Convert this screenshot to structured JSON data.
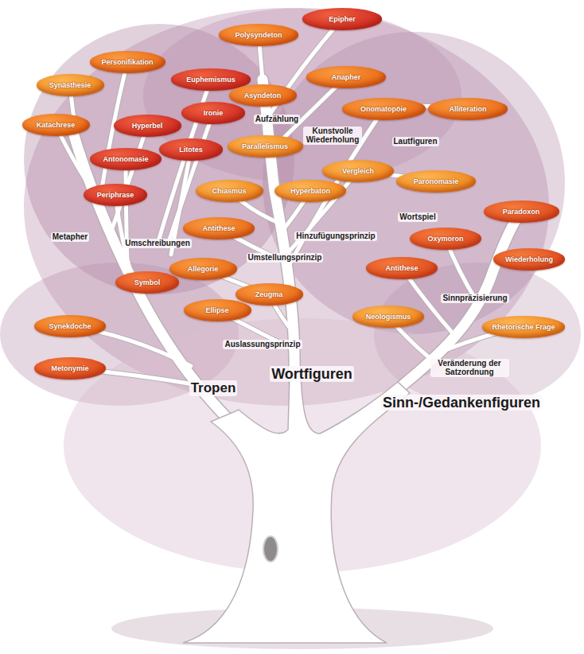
{
  "diagram": {
    "nodes": [
      {
        "text": [
          "Epipher"
        ]
      },
      {
        "text": [
          "Polysyndeton"
        ]
      },
      {
        "text": [
          "Personifikation"
        ]
      },
      {
        "text": [
          "Anapher"
        ]
      },
      {
        "text": [
          "Euphemismus"
        ]
      },
      {
        "text": [
          "Synästhesie"
        ]
      },
      {
        "text": [
          "Asyndeton"
        ]
      },
      {
        "text": [
          "Onomatopöie"
        ]
      },
      {
        "text": [
          "Alliteration"
        ]
      },
      {
        "text": [
          "Ironie"
        ]
      },
      {
        "text": [
          "Katachrese"
        ]
      },
      {
        "text": [
          "Hyperbel"
        ]
      },
      {
        "text": [
          "Parallelismus"
        ]
      },
      {
        "text": [
          "Litotes"
        ]
      },
      {
        "text": [
          "Antonomasie"
        ]
      },
      {
        "text": [
          "Vergleich"
        ]
      },
      {
        "text": [
          "Paronomasie"
        ]
      },
      {
        "text": [
          "Chiasmus"
        ]
      },
      {
        "text": [
          "Hyperbaton"
        ]
      },
      {
        "text": [
          "Periphrase"
        ]
      },
      {
        "text": [
          "Paradoxon"
        ]
      },
      {
        "text": [
          "Antithese"
        ]
      },
      {
        "text": [
          "Oxymoron"
        ]
      },
      {
        "text": [
          "Wiederholung"
        ]
      },
      {
        "text": [
          "Antithese"
        ]
      },
      {
        "text": [
          "Allegorie"
        ]
      },
      {
        "text": [
          "Symbol"
        ]
      },
      {
        "text": [
          "Zeugma"
        ]
      },
      {
        "text": [
          "Ellipse"
        ]
      },
      {
        "text": [
          "Neologismus"
        ]
      },
      {
        "text": [
          "Synekdoche"
        ]
      },
      {
        "text": [
          "Rhetorische Frage"
        ]
      },
      {
        "text": [
          "Metonymie"
        ]
      }
    ],
    "labels": [
      "Aufzählung",
      "Kunstvolle Wiederholung",
      "Lautfiguren",
      "Wortspiel",
      "Metapher",
      "Umschreibungen",
      "Hinzufügungsprinzip",
      "Umstellungsprinzip",
      "Sinnpräzisierung",
      "Auslassungsprinzip",
      "Veränderung der Satzordnung",
      "Tropen",
      "Wortfiguren",
      "Sinn-/Gedankenfiguren"
    ]
  }
}
